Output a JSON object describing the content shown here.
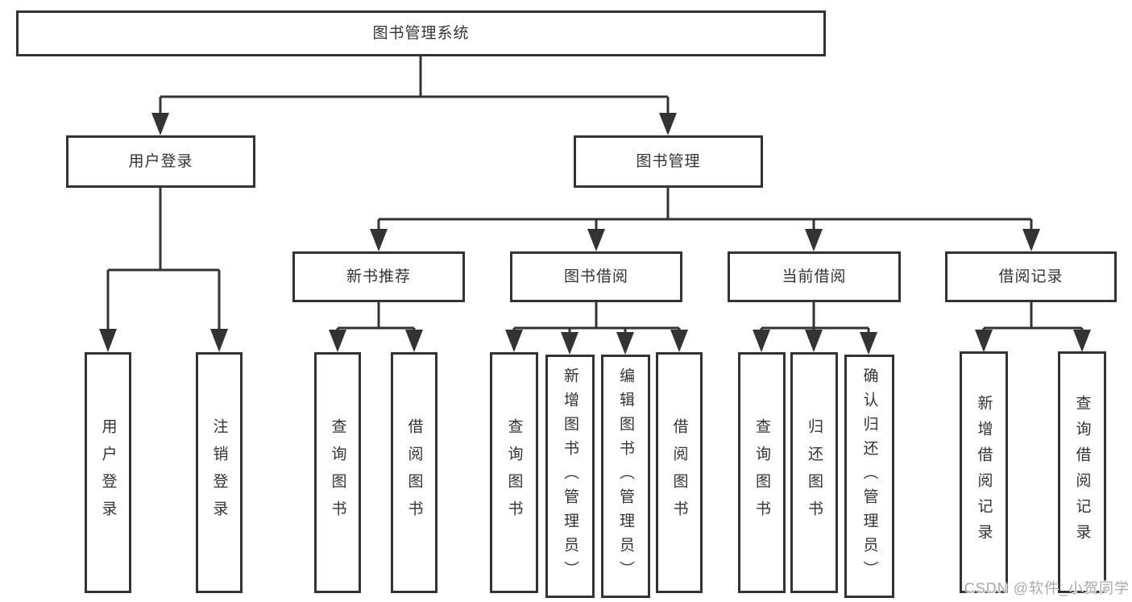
{
  "diagram": {
    "title": "图书管理系统",
    "branches": {
      "user_login": {
        "label": "用户登录",
        "children": [
          {
            "label": "用户登录"
          },
          {
            "label": "注销登录"
          }
        ]
      },
      "book_management": {
        "label": "图书管理",
        "sections": [
          {
            "label": "新书推荐",
            "children": [
              {
                "label": "查询图书"
              },
              {
                "label": "借阅图书"
              }
            ]
          },
          {
            "label": "图书借阅",
            "children": [
              {
                "label": "查询图书"
              },
              {
                "label": "新增图书（管理员）"
              },
              {
                "label": "编辑图书（管理员）"
              },
              {
                "label": "借阅图书"
              }
            ]
          },
          {
            "label": "当前借阅",
            "children": [
              {
                "label": "查询图书"
              },
              {
                "label": "归还图书"
              },
              {
                "label": "确认归还（管理员）"
              }
            ]
          },
          {
            "label": "借阅记录",
            "children": [
              {
                "label": "新增借阅记录"
              },
              {
                "label": "查询借阅记录"
              }
            ]
          }
        ]
      }
    }
  },
  "watermark": "CSDN @软件_小贺同学",
  "colors": {
    "line": "#333333",
    "box_border": "#333333",
    "text": "#333333",
    "background": "#ffffff",
    "watermark_text": "#a9a9a9"
  }
}
